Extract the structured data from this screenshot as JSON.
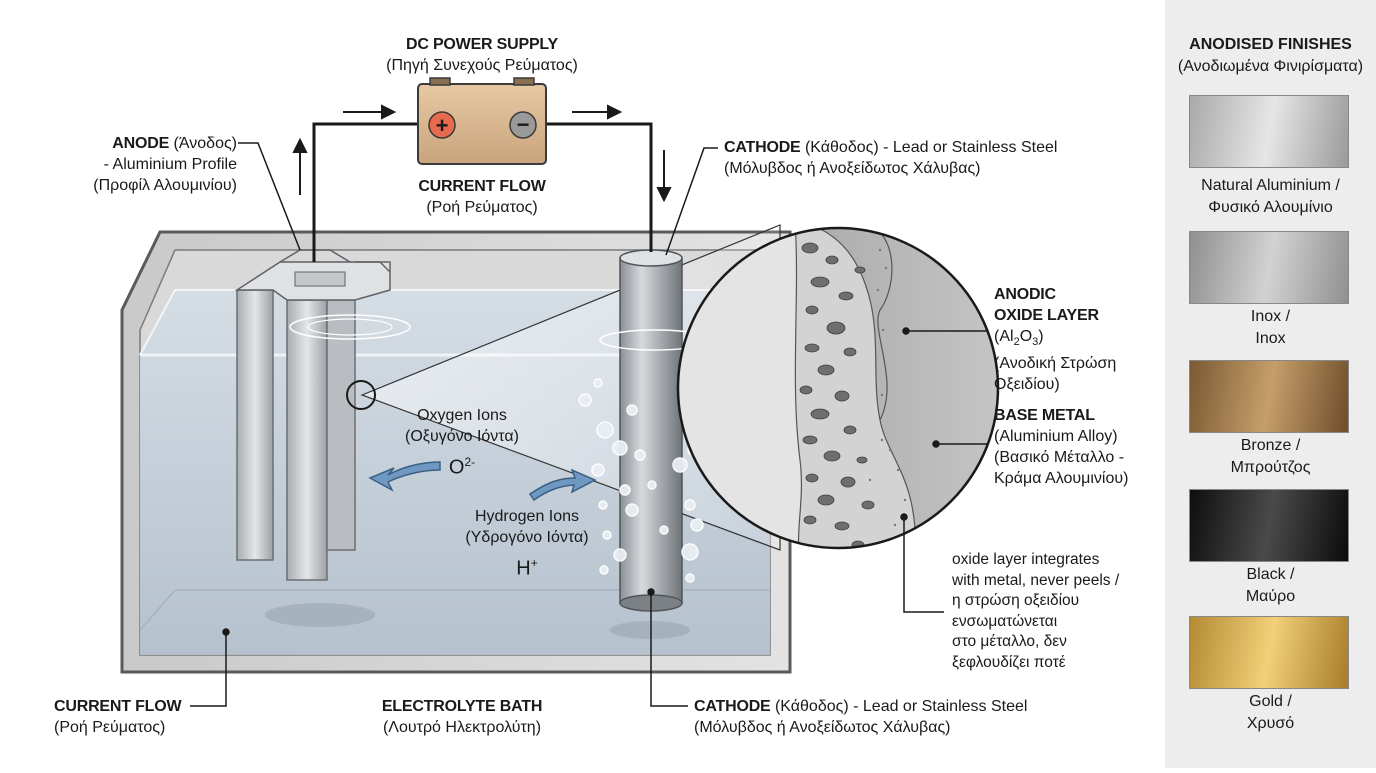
{
  "power_supply": {
    "title": "DC POWER SUPPLY",
    "title_gr": "(Πηγή Συνεχούς Ρεύματος)",
    "plus": "+",
    "minus": "−"
  },
  "current_flow_top": {
    "title": "CURRENT FLOW",
    "title_gr": "(Ροή Ρεύματος)"
  },
  "anode": {
    "title": "ANODE",
    "title_gr": " (Άνοδος)",
    "line2": "- Aluminium Profile",
    "line3": "(Προφίλ Αλουμινίου)"
  },
  "cathode_top": {
    "title": "CATHODE",
    "rest": " (Κάθοδος) - Lead or Stainless Steel",
    "line2": "(Μόλυβδος ή Ανοξείδωτος Χάλυβας)"
  },
  "oxygen": {
    "line1": "Oxygen Ions",
    "line2": "(Οξυγόνο Ιόντα)",
    "symbol": "O",
    "sup": "2-"
  },
  "hydrogen": {
    "line1": "Hydrogen Ions",
    "line2": "(Υδρογόνο Ιόντα)",
    "symbol": "H",
    "sup": "+"
  },
  "anodic_layer": {
    "title1": "ANODIC",
    "title2": "OXIDE LAYER",
    "formula_a": "(Al",
    "formula_sub1": "2",
    "formula_b": "O",
    "formula_sub2": "3",
    "formula_c": ")",
    "line_gr1": "(Ανοδική Στρώση",
    "line_gr2": "Οξειδίου)"
  },
  "base_metal": {
    "title": "BASE METAL",
    "line1": "(Aluminium Alloy)",
    "line2": "(Βασικό Μέταλλο -",
    "line3": "Κράμα Αλουμινίου)"
  },
  "note": {
    "line1": "oxide layer integrates",
    "line2": "with metal, never peels /",
    "line3": "η στρώση οξειδίου",
    "line4": "ενσωματώνεται",
    "line5": "στο μέταλλο, δεν",
    "line6": "ξεφλουδίζει ποτέ"
  },
  "current_flow_bottom": {
    "title": "CURRENT FLOW",
    "title_gr": "(Ροή Ρεύματος)"
  },
  "electrolyte": {
    "title": "ELECTROLYTE BATH",
    "title_gr": "(Λουτρό Ηλεκτρολύτη)"
  },
  "cathode_bottom": {
    "title": "CATHODE",
    "rest": " (Κάθοδος) - Lead or Stainless Steel",
    "line2": "(Μόλυβδος ή Ανοξείδωτος Χάλυβας)"
  },
  "finishes": {
    "title": "ANODISED FINISHES",
    "title_gr": "(Ανοδιωμένα Φινιρίσματα)",
    "items": [
      {
        "line1": "Natural Aluminium /",
        "line2": "Φυσικό Αλουμίνιο",
        "colors": [
          "#a9a9a9",
          "#e6e6e6",
          "#9a9a9a"
        ]
      },
      {
        "line1": "Inox /",
        "line2": "Inox",
        "colors": [
          "#8f8f8f",
          "#d2d2d2",
          "#909090"
        ]
      },
      {
        "line1": "Bronze /",
        "line2": "Μπρούτζος",
        "colors": [
          "#7a5a33",
          "#c59e6a",
          "#6d4d2a"
        ]
      },
      {
        "line1": "Black /",
        "line2": "Μαύρο",
        "colors": [
          "#0e0e0e",
          "#4a4a4a",
          "#0b0b0b"
        ]
      },
      {
        "line1": "Gold /",
        "line2": "Χρυσό",
        "colors": [
          "#b48a34",
          "#f2cf78",
          "#a87c2a"
        ]
      }
    ]
  }
}
